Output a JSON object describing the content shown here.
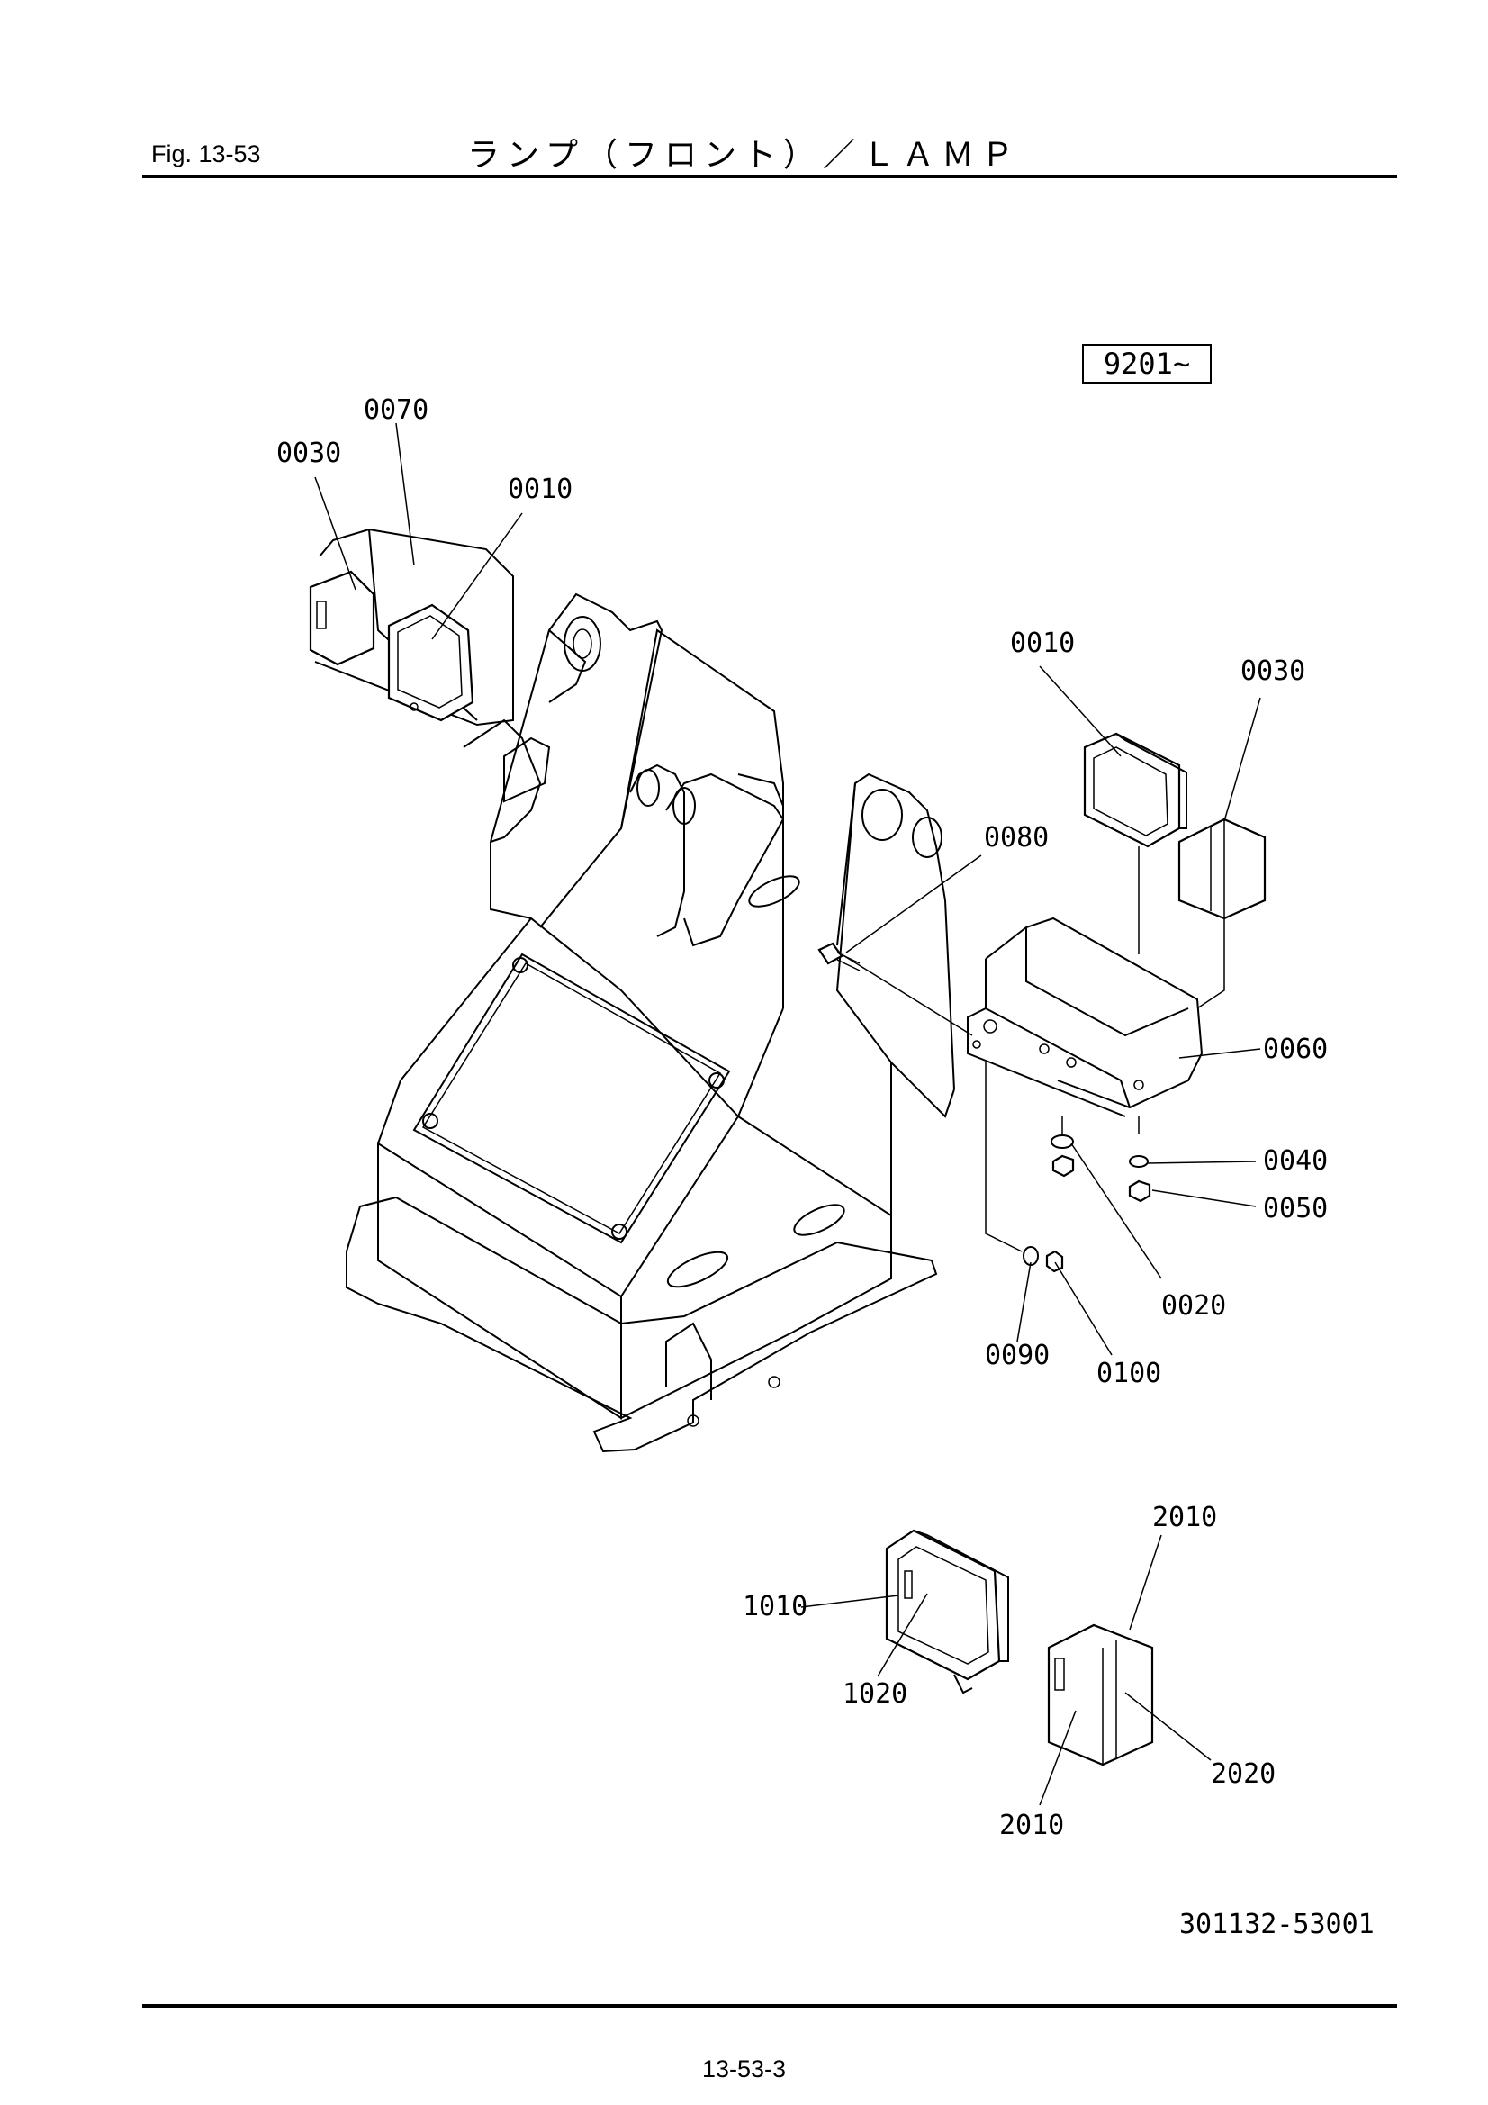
{
  "header": {
    "fig_label": "Fig.  13-53",
    "title": "ランプ（フロント）／ＬＡＭＰ"
  },
  "serial_range": "9201∼",
  "callouts": {
    "p0070": "0070",
    "p0030_left": "0030",
    "p0010_left": "0010",
    "p0010_right": "0010",
    "p0030_right": "0030",
    "p0080": "0080",
    "p0060": "0060",
    "p0040": "0040",
    "p0050": "0050",
    "p0020": "0020",
    "p0090": "0090",
    "p0100": "0100",
    "p2010_top": "2010",
    "p1010": "1010",
    "p1020": "1020",
    "p2020": "2020",
    "p2010_bottom": "2010"
  },
  "drawing_number": "301132-53001",
  "page_number": "13-53-3"
}
